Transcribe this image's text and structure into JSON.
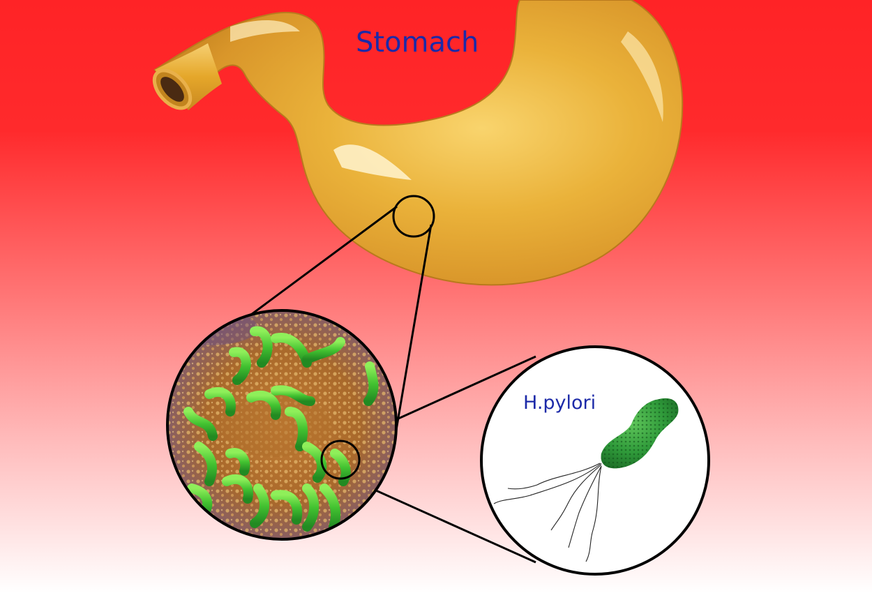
{
  "labels": {
    "stomach": "Stomach",
    "bacterium": "H.pylori"
  },
  "colors": {
    "background_top": "#ff2326",
    "background_bottom": "#ffffff",
    "stomach_fill": "#e5a72a",
    "stomach_highlight": "#fbe3a4",
    "label_text": "#1c2aa8",
    "bacteria": "#3fbf2f",
    "tissue": "#b8722d",
    "outline": "#000000"
  },
  "icons": [
    "stomach-illustration",
    "magnifier-circle",
    "bacteria-colony-icon",
    "helicobacter-bacterium-icon"
  ]
}
